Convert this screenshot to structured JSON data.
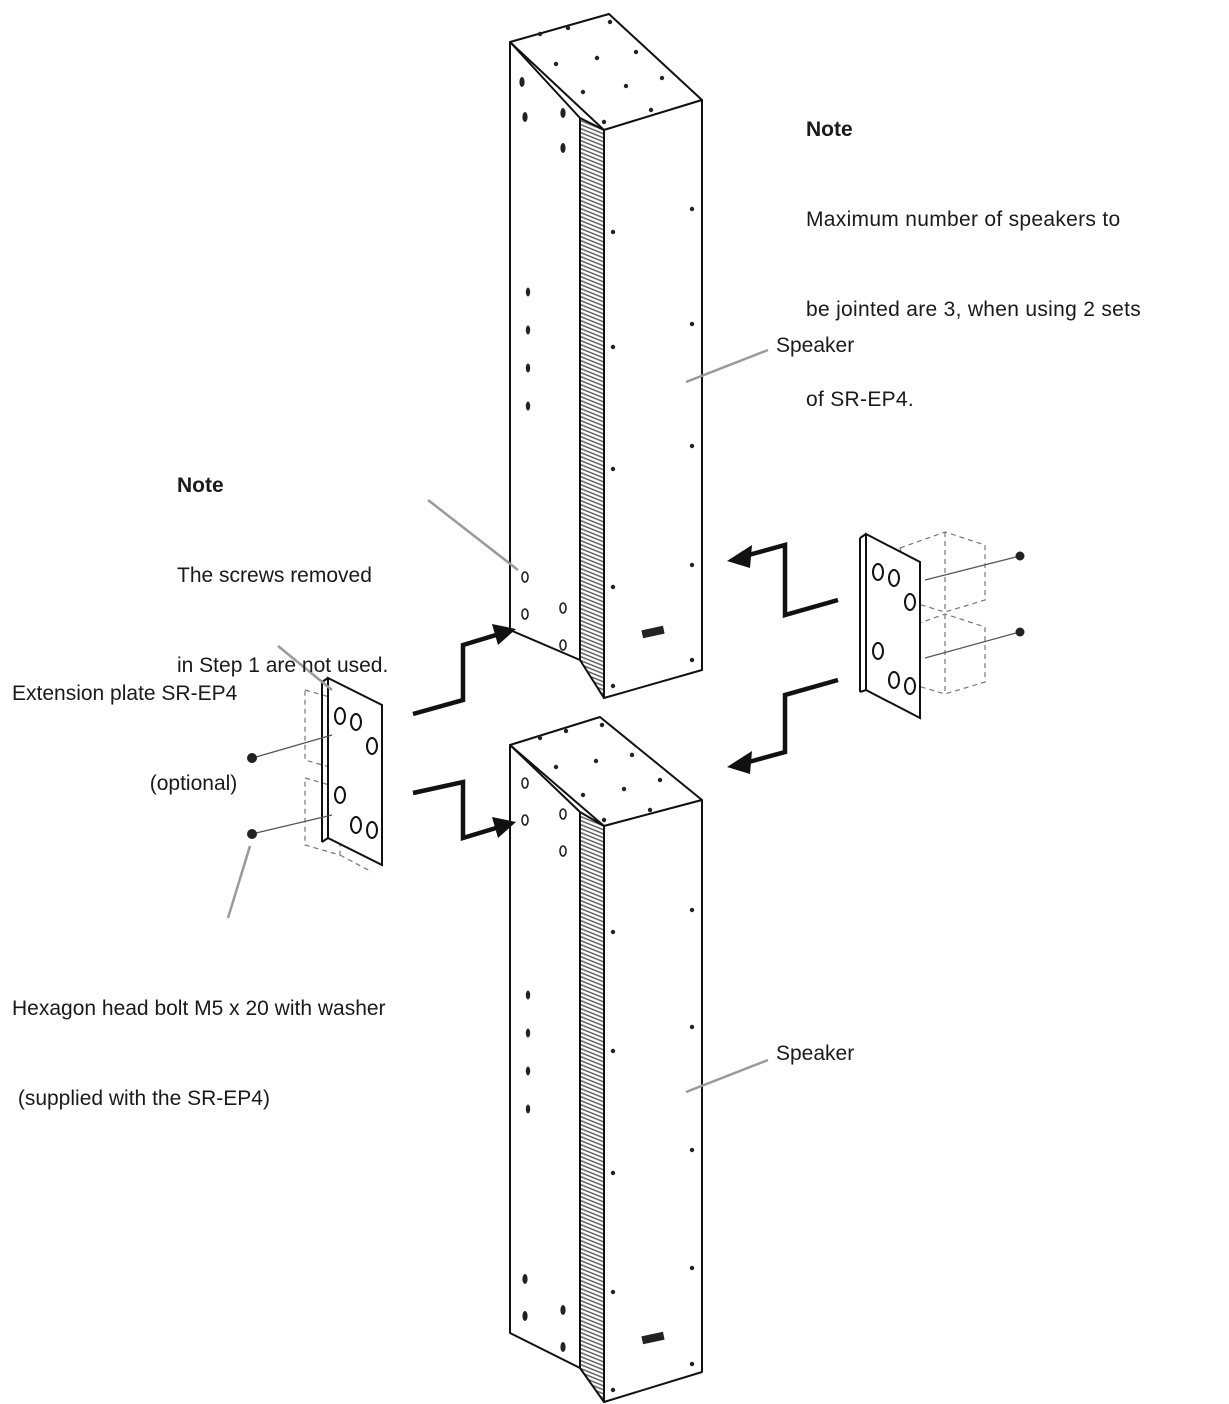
{
  "notes": {
    "top": {
      "heading": "Note",
      "lines": [
        "Maximum number of speakers to",
        "be jointed are 3, when using 2 sets",
        "of SR-EP4."
      ]
    },
    "left": {
      "heading": "Note",
      "lines": [
        "The screws removed",
        "in Step 1 are not used."
      ]
    }
  },
  "labels": {
    "speaker_upper": "Speaker",
    "speaker_lower": "Speaker",
    "plate_line1": "Extension plate SR-EP4",
    "plate_line2": "(optional)",
    "bolt_line1": "Hexagon head bolt M5 x 20 with washer",
    "bolt_line2": " (supplied with the SR-EP4)"
  },
  "colors": {
    "outline": "#111111",
    "leader": "#9a9a9a",
    "grille": "#5a5a5a",
    "dashed": "#777777"
  }
}
